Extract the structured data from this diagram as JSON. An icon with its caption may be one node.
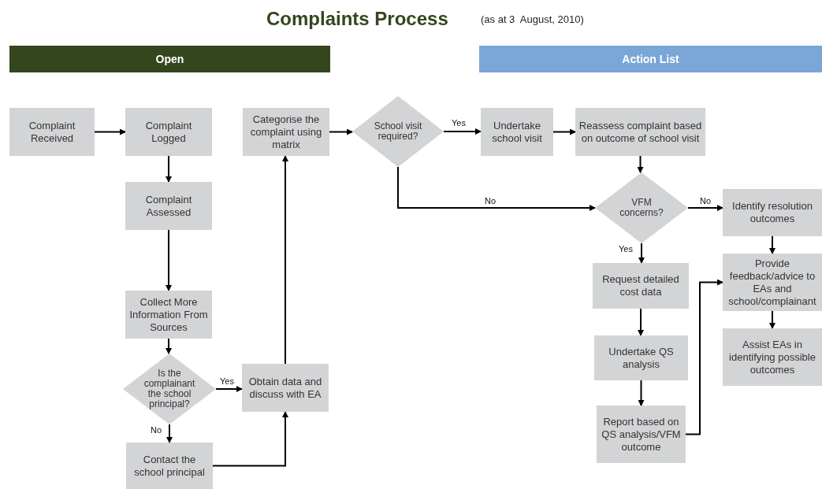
{
  "diagram": {
    "title": "Complaints Process",
    "nodes": [
      {
        "text": [
          "Open"
        ]
      },
      {
        "text": [
          "Action List"
        ]
      },
      {
        "text": [
          "Complaint Received"
        ]
      },
      {
        "text": [
          "Complaint Logged"
        ]
      },
      {
        "text": [
          "Complaint Assessed"
        ]
      },
      {
        "text": [
          "Collect More Information From Sources"
        ]
      },
      {
        "text": [
          "Is the complainant the school principal?"
        ]
      },
      {
        "text": [
          "Contact the school principal"
        ]
      },
      {
        "text": [
          "Obtain data and discuss with EA"
        ]
      },
      {
        "text": [
          "Categorise the complaint using matrix"
        ]
      },
      {
        "text": [
          "School visit required?"
        ]
      },
      {
        "text": [
          "Undertake school visit"
        ]
      },
      {
        "text": [
          "Reassess complaint based on outcome of school visit"
        ]
      },
      {
        "text": [
          "VFM concerns?"
        ]
      },
      {
        "text": [
          "Identify resolution outcomes"
        ]
      },
      {
        "text": [
          "Request detailed cost data"
        ]
      },
      {
        "text": [
          "Undertake QS analysis"
        ]
      },
      {
        "text": [
          "Report based on QS analysis/VFM outcome"
        ]
      },
      {
        "text": [
          "Provide feedback/advice to EAs and school/complainant"
        ]
      },
      {
        "text": [
          "Assist EAs in identifying possible outcomes"
        ]
      }
    ],
    "edges": [
      {
        "from": 2,
        "to": 3,
        "arrow": "to"
      },
      {
        "from": 3,
        "to": 4,
        "arrow": "to"
      },
      {
        "from": 4,
        "to": 5,
        "arrow": "to"
      },
      {
        "from": 5,
        "to": 6,
        "arrow": "to"
      },
      {
        "from": 6,
        "to": 8,
        "arrow": "to",
        "label": "Yes"
      },
      {
        "from": 6,
        "to": 7,
        "arrow": "to",
        "label": "No"
      },
      {
        "from": 7,
        "to": 8,
        "arrow": "to"
      },
      {
        "from": 8,
        "to": 9,
        "arrow": "to"
      },
      {
        "from": 9,
        "to": 10,
        "arrow": "to"
      },
      {
        "from": 10,
        "to": 11,
        "arrow": "to",
        "label": "Yes"
      },
      {
        "from": 10,
        "to": 13,
        "arrow": "to",
        "label": "No"
      },
      {
        "from": 11,
        "to": 12,
        "arrow": "to"
      },
      {
        "from": 12,
        "to": 13,
        "arrow": "to"
      },
      {
        "from": 13,
        "to": 14,
        "arrow": "to",
        "label": "No"
      },
      {
        "from": 13,
        "to": 15,
        "arrow": "to",
        "label": "Yes"
      },
      {
        "from": 15,
        "to": 16,
        "arrow": "to"
      },
      {
        "from": 16,
        "to": 17,
        "arrow": "to"
      },
      {
        "from": 17,
        "to": 18,
        "arrow": "to"
      },
      {
        "from": 14,
        "to": 18,
        "arrow": "to"
      },
      {
        "from": 18,
        "to": 19,
        "arrow": "to"
      }
    ],
    "labels": [
      "(as at 3  August, 2010)"
    ]
  }
}
